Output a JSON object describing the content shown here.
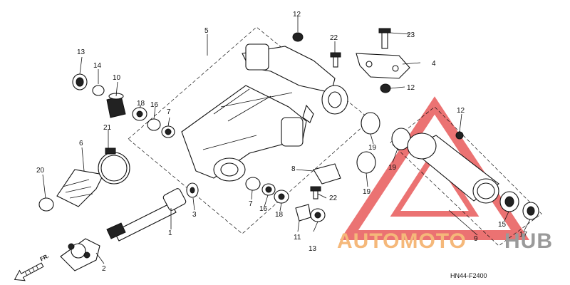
{
  "labels": {
    "l1": "1",
    "l2": "2",
    "l3": "3",
    "l4": "4",
    "l5": "5",
    "l6": "6",
    "l7a": "7",
    "l7b": "7",
    "l8": "8",
    "l9": "9",
    "l10": "10",
    "l11": "11",
    "l12a": "12",
    "l12b": "12",
    "l12c": "12",
    "l13a": "13",
    "l13b": "13",
    "l14": "14",
    "l15": "15",
    "l16a": "16",
    "l16b": "16",
    "l17": "17",
    "l18a": "18",
    "l18b": "18",
    "l19a": "19",
    "l19b": "19",
    "l19c": "19",
    "l20": "20",
    "l21": "21",
    "l22a": "22",
    "l22b": "22",
    "l23": "23"
  },
  "diagram_code": "HN44-F2400",
  "direction_label": "FR.",
  "watermark": {
    "part1": "AUTOMOTO",
    "part2": "HUB"
  },
  "colors": {
    "watermark_red": "#e85a5a",
    "watermark_orange": "#f5b87a",
    "watermark_gray": "#9a9a9a",
    "line": "#111111"
  }
}
